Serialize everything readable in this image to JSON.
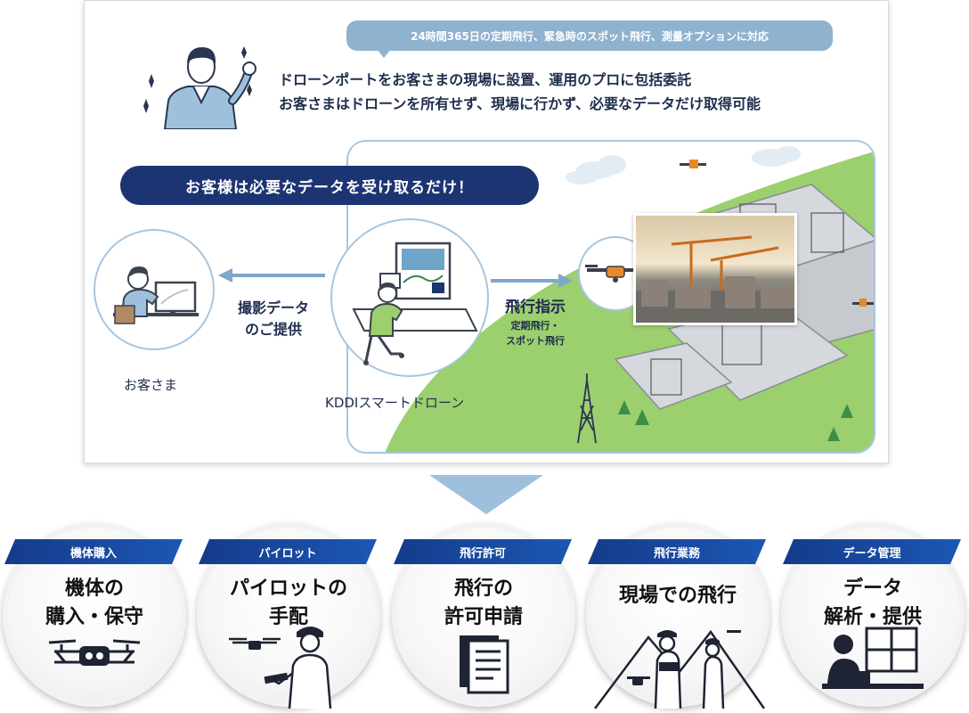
{
  "banner": "24時間365日の定期飛行、緊急時のスポット飛行、測量オプションに対応",
  "headline": {
    "line1": "ドローンポートをお客さまの現場に設置、運用のプロに包括委託",
    "line2": "お客さまはドローンを所有せず、現場に行かず、必要なデータだけ取得可能"
  },
  "pill": "お客様は必要なデータを受け取るだけ！",
  "customer_label": "お客さま",
  "provider_label": "KDDIスマートドローン",
  "left_arrow": {
    "line1": "撮影データ",
    "line2": "のご提供"
  },
  "right_arrow": {
    "line1": "飛行指示",
    "sub1": "定期飛行・",
    "sub2": "スポット飛行"
  },
  "services": [
    {
      "tab": "機体購入",
      "line1": "機体の",
      "line2": "購入・保守",
      "icon": "drone-icon"
    },
    {
      "tab": "パイロット",
      "line1": "パイロットの",
      "line2": "手配",
      "icon": "pilot-icon"
    },
    {
      "tab": "飛行許可",
      "line1": "飛行の",
      "line2": "許可申請",
      "icon": "documents-icon"
    },
    {
      "tab": "飛行業務",
      "line1": "現場での飛行",
      "line2": "",
      "icon": "field-workers-icon"
    },
    {
      "tab": "データ管理",
      "line1": "データ",
      "line2": "解析・提供",
      "icon": "data-analyst-icon"
    }
  ],
  "colors": {
    "navy": "#1c3471",
    "banner": "#8fb2cf",
    "green": "#9ccf6e",
    "tab_blue": "#1c57b4",
    "arrow_blue": "#7fa7cb"
  }
}
